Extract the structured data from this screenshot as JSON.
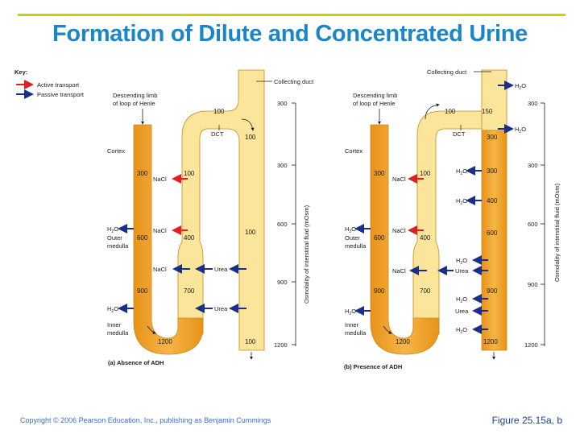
{
  "slide": {
    "title": "Formation of Dilute and Concentrated Urine",
    "copyright": "Copyright © 2006 Pearson Education, Inc., publishing as Benjamin Cummings",
    "figure": "Figure 25.15a, b"
  },
  "key": {
    "heading": "Key:",
    "active": "Active transport",
    "passive": "Passive transport",
    "active_color": "#e02020",
    "passive_color": "#1a2f8a"
  },
  "colors": {
    "dark_tubule": "#f0a21e",
    "light_tubule": "#fbe59a",
    "outline": "#c98a1a"
  },
  "labels": {
    "descending_limb": "Descending limb",
    "of_loop": "of loop of Henle",
    "collecting_duct": "Collecting duct",
    "dct": "DCT",
    "cortex": "Cortex",
    "outer": "Outer",
    "medulla": "medulla",
    "inner": "Inner",
    "nacl": "NaCl",
    "urea": "Urea",
    "h2o_h": "H",
    "h2o_2": "2",
    "h2o_o": "O",
    "axis_title": "Osmolality of interstitial fluid (mOsm)"
  },
  "axis_ticks": [
    "300",
    "300",
    "600",
    "900",
    "1200"
  ],
  "panel_a": {
    "caption": "(a) Absence of ADH",
    "desc": [
      "300",
      "600",
      "900"
    ],
    "bottom": "1200",
    "asc": [
      "100",
      "400",
      "700"
    ],
    "dct": "100",
    "duct": [
      "100",
      "100",
      "100"
    ]
  },
  "panel_b": {
    "caption": "(b) Presence of ADH",
    "desc": [
      "300",
      "600",
      "900"
    ],
    "bottom": "1200",
    "asc": [
      "100",
      "400",
      "700"
    ],
    "dct_left": "100",
    "dct_right": "150",
    "duct": [
      "300",
      "300",
      "400",
      "600",
      "900",
      "1200"
    ]
  }
}
